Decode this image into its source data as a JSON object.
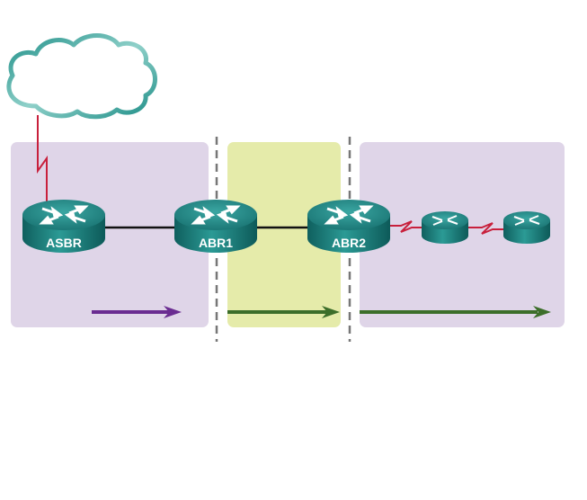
{
  "diagram": {
    "type": "ospf-multi-area-topology",
    "cloud": {
      "name": "external-network",
      "label": ""
    },
    "areas": [
      {
        "id": "area-left",
        "color": "#dfd5e8",
        "label": ""
      },
      {
        "id": "area-middle",
        "color": "#e5ebaa",
        "label": ""
      },
      {
        "id": "area-right",
        "color": "#dfd5e8",
        "label": ""
      }
    ],
    "routers": [
      {
        "id": "asbr",
        "label": "ASBR",
        "size": "large"
      },
      {
        "id": "abr1",
        "label": "ABR1",
        "size": "large"
      },
      {
        "id": "abr2",
        "label": "ABR2",
        "size": "large"
      },
      {
        "id": "r4",
        "label": "",
        "size": "small"
      },
      {
        "id": "r5",
        "label": "",
        "size": "small"
      }
    ],
    "links": [
      {
        "from": "cloud",
        "to": "asbr",
        "type": "serial"
      },
      {
        "from": "asbr",
        "to": "abr1",
        "type": "ethernet"
      },
      {
        "from": "abr1",
        "to": "abr2",
        "type": "ethernet"
      },
      {
        "from": "abr2",
        "to": "r4",
        "type": "serial"
      },
      {
        "from": "r4",
        "to": "r5",
        "type": "serial"
      }
    ],
    "arrows": [
      {
        "id": "arrow-area-left",
        "color": "#6a2c91",
        "direction": "right"
      },
      {
        "id": "arrow-area-middle",
        "color": "#3c6e2a",
        "direction": "right"
      },
      {
        "id": "arrow-area-right",
        "color": "#3c6e2a",
        "direction": "right"
      }
    ],
    "colors": {
      "router_top": "#2a8f8c",
      "router_side": "#137371",
      "serial_link": "#c8203c",
      "ethernet_link": "#111111",
      "cloud_outline": "#2f9e96",
      "boundary_dash": "#777777"
    }
  }
}
